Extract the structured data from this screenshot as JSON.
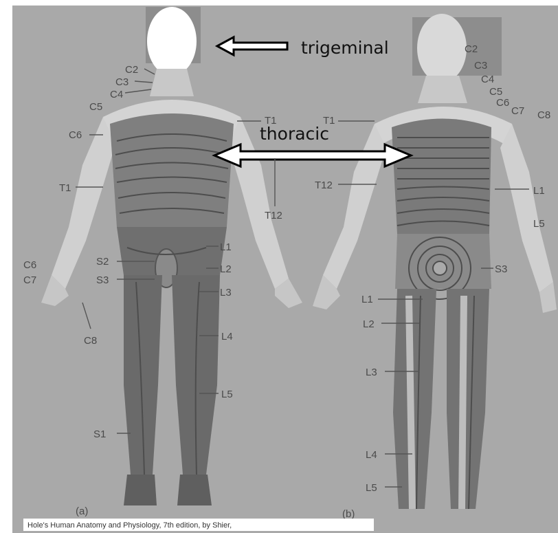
{
  "annotations": {
    "trigeminal": "trigeminal",
    "thoracic": "thoracic"
  },
  "panels": {
    "a": "(a)",
    "b": "(b)"
  },
  "caption": "Hole's Human Anatomy and Physiology, 7th edition, by Shier,",
  "labels_front": {
    "C2": "C2",
    "C3": "C3",
    "C4": "C4",
    "C5": "C5",
    "C6": "C6",
    "T1": "T1",
    "T1_arm": "T1",
    "T12": "T12",
    "L1": "L1",
    "L2": "L2",
    "L3": "L3",
    "L4": "L4",
    "L5": "L5",
    "S2": "S2",
    "S3": "S3",
    "S1": "S1",
    "C6_hand": "C6",
    "C7_hand": "C7",
    "C8_hand": "C8"
  },
  "labels_back": {
    "C2": "C2",
    "C3": "C3",
    "C4": "C4",
    "C5": "C5",
    "C6": "C6",
    "C7": "C7",
    "C8": "C8",
    "T1": "T1",
    "T12": "T12",
    "L1_side": "L1",
    "L5_side": "L5",
    "S3": "S3",
    "L1": "L1",
    "L2": "L2",
    "L3": "L3",
    "L4": "L4",
    "L5": "L5"
  },
  "colors": {
    "background": "#a9a9a9",
    "trunk_shade": "#7f7f7f",
    "limb_light": "#d0d0d0",
    "head_white": "#ffffff"
  }
}
